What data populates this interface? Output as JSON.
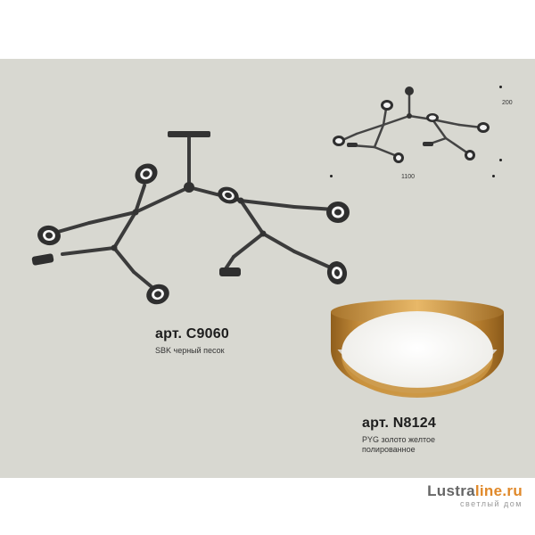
{
  "product_main": {
    "article": "арт. C9060",
    "description": "SBK черный песок"
  },
  "product_accessory": {
    "article": "арт. N8124",
    "description": "PYG золото желтое полированное"
  },
  "dimensions": {
    "height": "200",
    "width": "1100"
  },
  "watermark": {
    "brand_part1": "Lustra",
    "brand_part2": "line.ru",
    "tagline": "светлый дом"
  },
  "colors": {
    "panel_background": "#d8d8d1",
    "fixture_dark": "#3c3c3c",
    "gold": "#c8933b",
    "logo_accent": "#e0892a"
  },
  "icons": [
    "chandelier-illustration",
    "chandelier-schematic",
    "round-ceiling-lamp"
  ]
}
